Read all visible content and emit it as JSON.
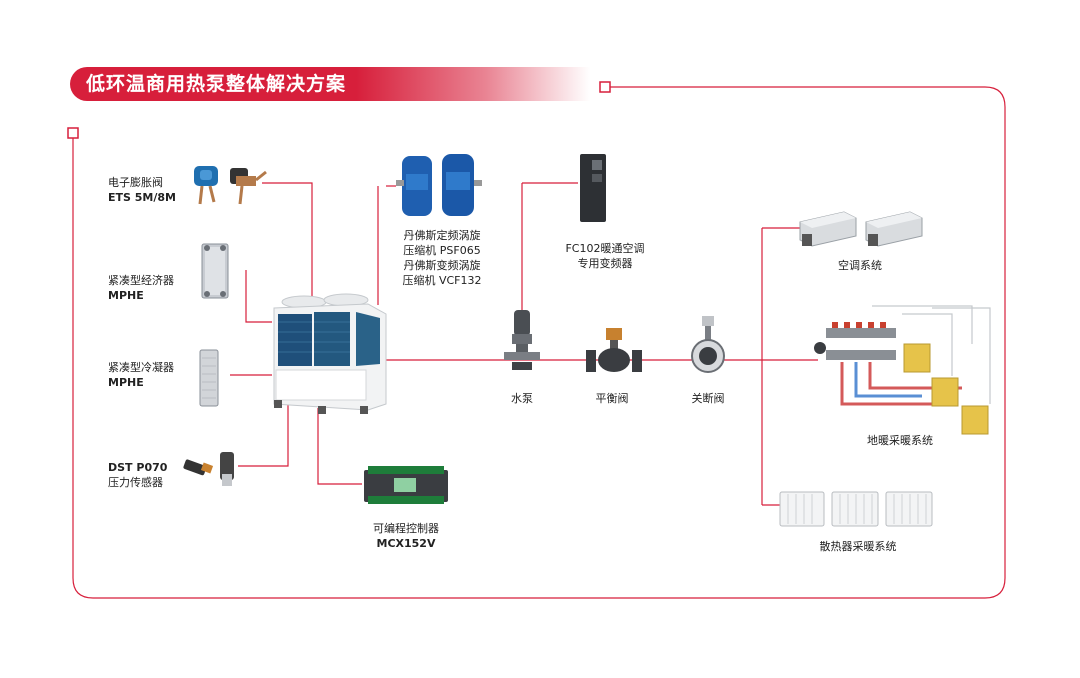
{
  "title": "低环温商用热泵整体解决方案",
  "accent_color": "#d71f3b",
  "components": {
    "expansion_valve": {
      "name": "电子膨胀阀",
      "model": "ETS 5M/8M",
      "icon": "expansion-valve-icon"
    },
    "economizer": {
      "name": "紧凑型经济器",
      "model": "MPHE",
      "icon": "plate-heat-exchanger-icon"
    },
    "condenser": {
      "name": "紧凑型冷凝器",
      "model": "MPHE",
      "icon": "plate-heat-exchanger-icon"
    },
    "pressure_sensor": {
      "model": "DST P070",
      "name": "压力传感器",
      "icon": "pressure-sensor-icon"
    },
    "compressor": {
      "line1": "丹佛斯定频涡旋",
      "line2": "压缩机 PSF065",
      "line3": "丹佛斯变频涡旋",
      "line4": "压缩机 VCF132",
      "icon": "scroll-compressor-icon"
    },
    "controller": {
      "name": "可编程控制器",
      "model": "MCX152V",
      "icon": "controller-icon"
    },
    "inverter": {
      "line1": "FC102暖通空调",
      "line2": "专用变频器",
      "icon": "inverter-icon"
    },
    "heat_pump_unit": {
      "icon": "heat-pump-unit-icon"
    },
    "water_pump": {
      "name": "水泵",
      "icon": "water-pump-icon"
    },
    "balance_valve": {
      "name": "平衡阀",
      "icon": "balance-valve-icon"
    },
    "shutoff_valve": {
      "name": "关断阀",
      "icon": "butterfly-valve-icon"
    },
    "ac_system": {
      "name": "空调系统",
      "icon": "fan-coil-icon"
    },
    "floor_heating": {
      "name": "地暖采暖系统",
      "icon": "floor-heating-manifold-icon"
    },
    "radiator_heating": {
      "name": "散热器采暖系统",
      "icon": "radiator-icon"
    }
  }
}
